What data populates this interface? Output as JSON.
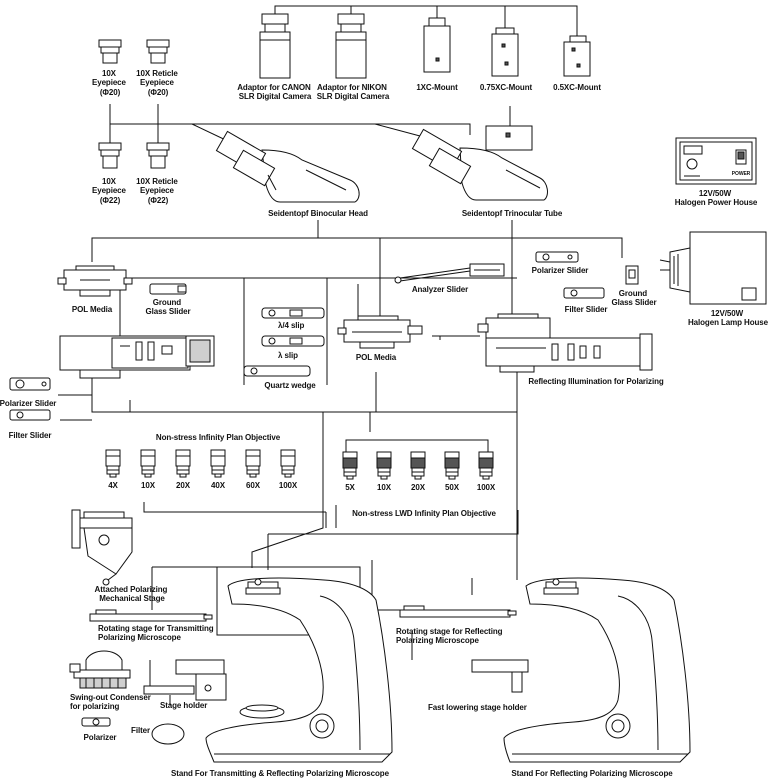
{
  "cameras": {
    "canon": [
      "Adaptor for CANON",
      "SLR Digital Camera"
    ],
    "nikon": [
      "Adaptor for NIKON",
      "SLR Digital Camera"
    ],
    "c1": "1XC-Mount",
    "c075": "0.75XC-Mount",
    "c05": "0.5XC-Mount"
  },
  "eyepieces": {
    "e10_20": [
      "10X",
      "Eyepiece",
      "(Φ20)"
    ],
    "r10_20": [
      "10X Reticle",
      "Eyepiece",
      "(Φ20)"
    ],
    "e10_22": [
      "10X",
      "Eyepiece",
      "(Φ22)"
    ],
    "r10_22": [
      "10X Reticle",
      "Eyepiece",
      "(Φ22)"
    ]
  },
  "heads": {
    "binocular": "Seidentopf Binocular Head",
    "trinocular": "Seidentopf Trinocular Tube"
  },
  "power": {
    "power_house": [
      "12V/50W",
      "Halogen Power House"
    ],
    "lamp_house": [
      "12V/50W",
      "Halogen Lamp House"
    ],
    "power_label": "POWER"
  },
  "middle": {
    "pol_media_left": "POL Media",
    "ground_glass_left": [
      "Ground",
      "Glass Slider"
    ],
    "polarizer_slider_left": "Polarizer Slider",
    "filter_slider_left": "Filter Slider",
    "lambda4": "λ/4 slip",
    "lambda": "λ slip",
    "quartz": "Quartz wedge",
    "pol_media_center": "POL Media",
    "analyzer": "Analyzer Slider",
    "polarizer_slider_right": "Polarizer Slider",
    "filter_slider_right": "Filter Slider",
    "ground_glass_right": [
      "Ground",
      "Glass Slider"
    ],
    "reflecting_illum": "Reflecting Illumination for Polarizing"
  },
  "objectives": {
    "infinity_title": "Non-stress Infinity Plan Objective",
    "infinity": [
      "4X",
      "10X",
      "20X",
      "40X",
      "60X",
      "100X"
    ],
    "lwd_title": "Non-stress LWD Infinity Plan Objective",
    "lwd": [
      "5X",
      "10X",
      "20X",
      "50X",
      "100X"
    ]
  },
  "stands": {
    "attached_stage": [
      "Attached Polarizing",
      "Mechanical Stage"
    ],
    "rotating_trans": [
      "Rotating stage for Transmitting",
      "Polarizing Microscope"
    ],
    "condenser": [
      "Swing-out Condenser",
      "for polarizing"
    ],
    "stage_holder": "Stage holder",
    "polarizer": "Polarizer",
    "filter": "Filter",
    "rotating_refl": [
      "Rotating stage for Reflecting",
      "Polarizing Microscope"
    ],
    "fast_lowering": "Fast lowering stage holder",
    "stand_trans": "Stand For Transmitting & Reflecting Polarizing Microscope",
    "stand_refl": "Stand For Reflecting Polarizing Microscope"
  }
}
